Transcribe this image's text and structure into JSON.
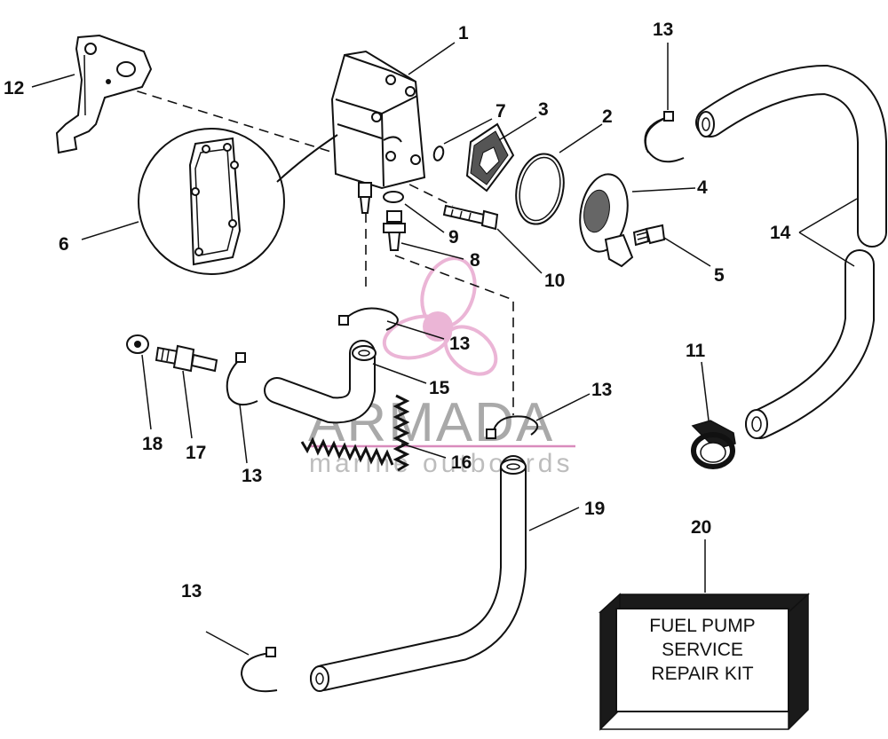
{
  "callouts": {
    "c1": "1",
    "c2": "2",
    "c3": "3",
    "c4": "4",
    "c5": "5",
    "c6": "6",
    "c7": "7",
    "c8": "8",
    "c9": "9",
    "c10": "10",
    "c11": "11",
    "c12": "12",
    "c13a": "13",
    "c13b": "13",
    "c13c": "13",
    "c13d": "13",
    "c13e": "13",
    "c14": "14",
    "c15": "15",
    "c16": "16",
    "c17": "17",
    "c18": "18",
    "c19": "19",
    "c20": "20"
  },
  "kit": {
    "line1": "FUEL PUMP",
    "line2": "SERVICE",
    "line3": "REPAIR KIT"
  },
  "watermark": {
    "title": "ARMADA",
    "subtitle": "marine outboards",
    "logo_color": "#e8a9cf",
    "line_color": "#d98bbd"
  }
}
